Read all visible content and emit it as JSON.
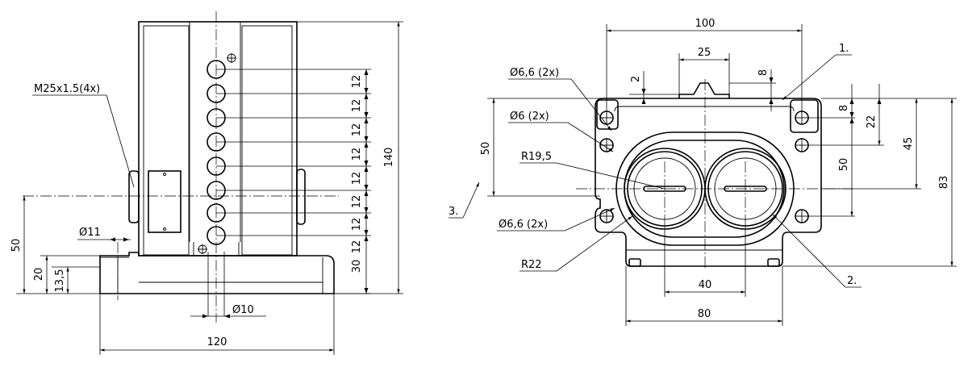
{
  "side_view": {
    "thread_label": "M25x1.5(4x)",
    "pitch_labels": [
      "12",
      "12",
      "12",
      "12",
      "12",
      "12",
      "12",
      "12"
    ],
    "dim_30": "30",
    "dim_140": "140",
    "dim_50": "50",
    "dim_20": "20",
    "dim_13_5": "13,5",
    "dia_11": "Ø11",
    "dia_10": "Ø10",
    "width_120": "120"
  },
  "front_view": {
    "width_100": "100",
    "dim_25": "25",
    "dim_2": "2",
    "dim_8_top": "8",
    "dim_8_right": "8",
    "dim_22": "22",
    "dim_45": "45",
    "dim_50_right": "50",
    "dim_83": "83",
    "dim_50_left": "50",
    "hole_top": "Ø6,6 (2x)",
    "hole_mid": "Ø6 (2x)",
    "radius_195": "R19,5",
    "hole_bottom": "Ø6,6 (2x)",
    "radius_22": "R22",
    "dim_40": "40",
    "dim_80": "80",
    "callout_1": "1.",
    "callout_2": "2.",
    "callout_3": "3."
  }
}
